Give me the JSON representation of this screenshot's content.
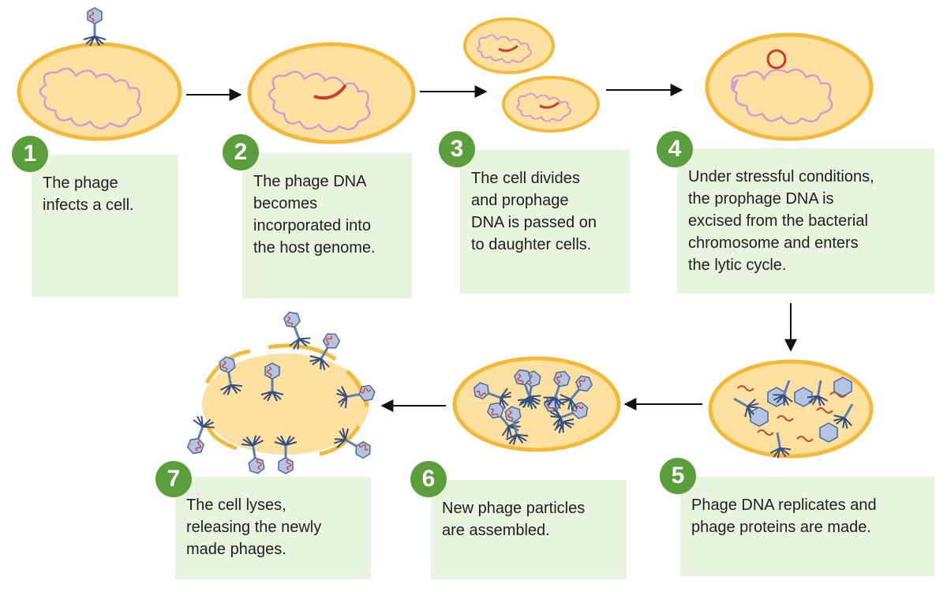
{
  "colors": {
    "cell_fill": "#fce0a0",
    "cell_outline": "#f5b93a",
    "bacterial_dna": "#c9a0d6",
    "phage_dna": "#cc3b2e",
    "phage_body": "#5a7fb5",
    "phage_head": "#b4c3e0",
    "caption_bg": "#e8f4de",
    "badge": "#5b9e3c",
    "arrow": "#111111"
  },
  "steps": [
    {
      "number": "1",
      "text": "The phage\ninfects a cell."
    },
    {
      "number": "2",
      "text": "The phage DNA\nbecomes\nincorporated into\nthe host genome."
    },
    {
      "number": "3",
      "text": "The cell divides\nand prophage\nDNA is passed on\nto daughter cells."
    },
    {
      "number": "4",
      "text": "Under stressful conditions,\nthe prophage DNA is\nexcised from the bacterial\nchromosome and enters\nthe lytic cycle."
    },
    {
      "number": "5",
      "text": "Phage DNA replicates and\nphage proteins are made."
    },
    {
      "number": "6",
      "text": "New phage particles\nare assembled."
    },
    {
      "number": "7",
      "text": "The cell lyses,\nreleasing the newly\nmade phages."
    }
  ]
}
